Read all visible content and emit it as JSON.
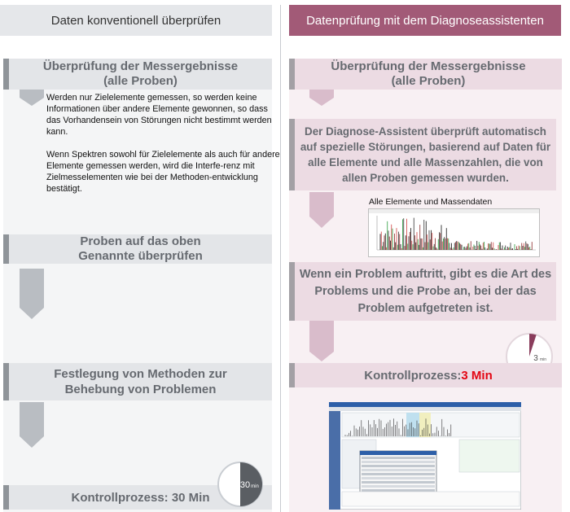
{
  "header": {
    "left_title": "Daten konventionell überprüfen",
    "right_title": "Datenprüfung mit dem Diagnoseassistenten"
  },
  "left": {
    "step1_line1": "Überprüfung der Messergebnisse",
    "step1_line2": "(alle Proben)",
    "desc1": "Werden nur Zielelemente gemessen, so werden keine Informationen über andere Elemente gewonnen, so dass das Vorhandensein von Störungen nicht bestimmt werden kann.",
    "desc2": "Wenn Spektren sowohl für Zielelemente als auch für andere Elemente gemessen werden, wird die Interfe-renz mit Zielmesselementen wie bei der Methoden-entwicklung bestätigt.",
    "step2_line1": "Proben auf das oben",
    "step2_line2": "Genannte überprüfen",
    "step3_line1": "Festlegung von Methoden zur",
    "step3_line2": "Behebung von Problemen",
    "final_label": "Kontrollprozess: 30 Min",
    "clock_value": "30",
    "clock_unit": "min",
    "clock_fraction": 0.5
  },
  "right": {
    "step1_line1": "Überprüfung der Messergebnisse",
    "step1_line2": "(alle Proben)",
    "step2_text": "Der Diagnose-Assistent überprüft automatisch auf spezielle Störungen, basierend auf Daten für alle Elemente und alle Massenzahlen, die von allen Proben gemessen wurden.",
    "chart_caption": "Alle Elemente und Massendaten",
    "step3_text": "Wenn ein Problem auftritt, gibt es die Art des Problems und die Probe an, bei der das Problem aufgetreten ist.",
    "final_label": "Kontrollprozess: ",
    "final_time": "3 Min",
    "clock_value": "3",
    "clock_unit": "min",
    "clock_fraction": 0.05
  },
  "colors": {
    "accent_right": "#a25a77",
    "accent_left": "#8f9499",
    "highlight": "#e30613"
  }
}
